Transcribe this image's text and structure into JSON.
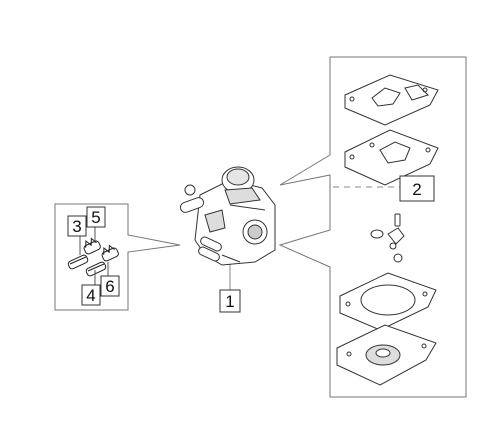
{
  "diagram": {
    "callouts": {
      "main_part": "1",
      "kit_part": "2",
      "screw_a": "3",
      "screw_b": "4",
      "spring_a": "5",
      "spring_b": "6"
    },
    "colors": {
      "line": "#444444",
      "frame": "#777777",
      "part_fill": "#ffffff",
      "part_shade": "#d9d9d9"
    },
    "icons": {
      "main_part": "carburetor-icon",
      "kit_parts": [
        "gasket-icon",
        "diaphragm-icon",
        "needle-valve-icon",
        "spring-icon",
        "screw-icon"
      ]
    }
  }
}
